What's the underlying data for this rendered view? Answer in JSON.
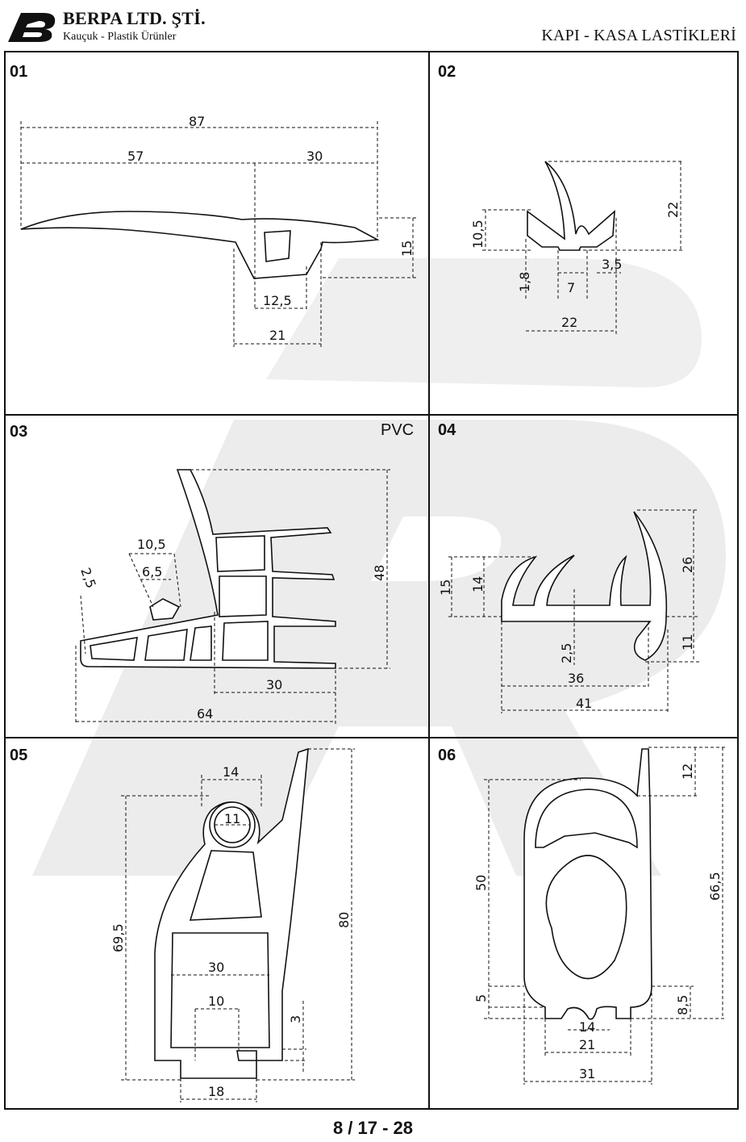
{
  "header": {
    "company": "BERPA LTD. ŞTİ.",
    "tagline": "Kauçuk - Plastik Ürünler",
    "doc_title": "KAPI - KASA LASTİKLERİ"
  },
  "panels": [
    {
      "number": "01",
      "dims": [
        "87",
        "57",
        "30",
        "15",
        "12,5",
        "21"
      ]
    },
    {
      "number": "02",
      "dims": [
        "22",
        "10,5",
        "1,8",
        "7",
        "3,5",
        "22"
      ]
    },
    {
      "number": "03",
      "material": "PVC",
      "dims": [
        "10,5",
        "6,5",
        "2,5",
        "48",
        "30",
        "64"
      ]
    },
    {
      "number": "04",
      "dims": [
        "15",
        "14",
        "26",
        "2,5",
        "11",
        "36",
        "41"
      ]
    },
    {
      "number": "05",
      "dims": [
        "14",
        "11",
        "69,5",
        "80",
        "30",
        "10",
        "3",
        "18"
      ]
    },
    {
      "number": "06",
      "dims": [
        "12",
        "50",
        "66,5",
        "5",
        "8,5",
        "14",
        "21",
        "31"
      ]
    }
  ],
  "footer": {
    "page": "8 / 17 - 28"
  }
}
